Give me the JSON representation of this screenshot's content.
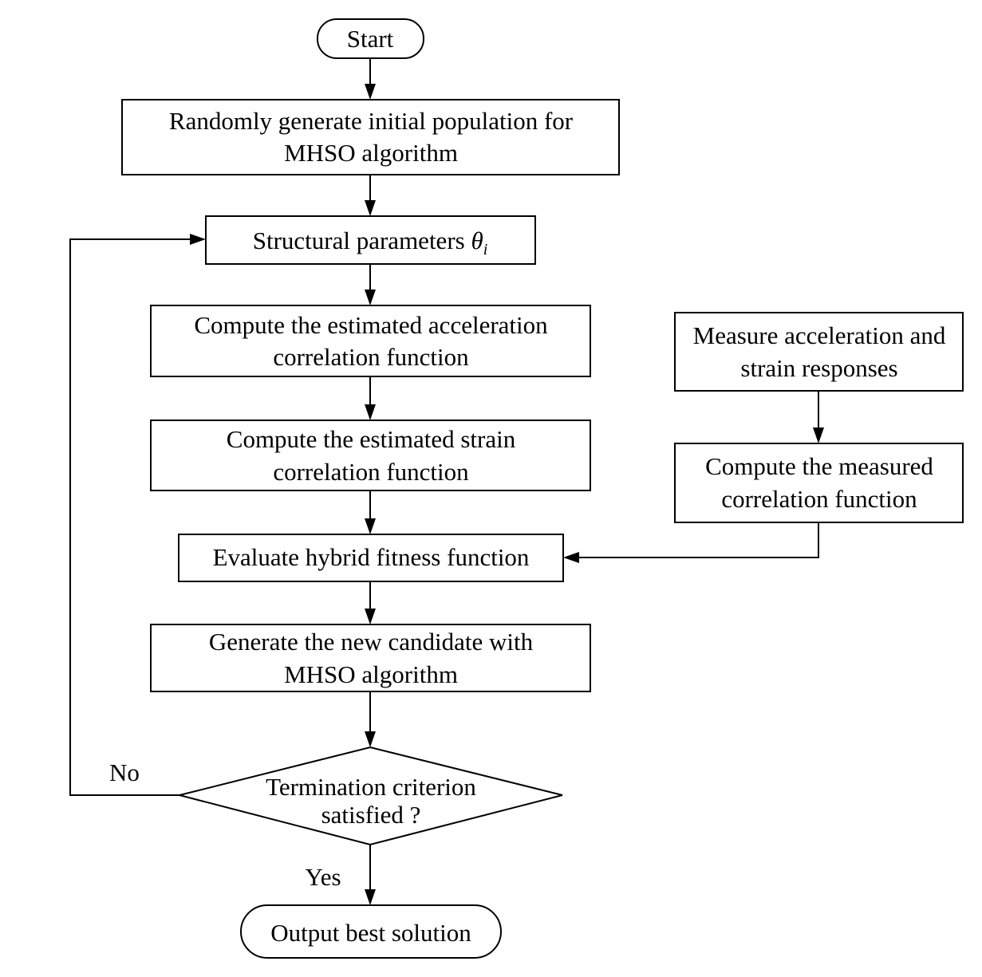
{
  "flowchart": {
    "start": "Start",
    "init_line1": "Randomly generate initial population for",
    "init_line2": "MHSO algorithm",
    "params_label": "Structural parameters ",
    "params_symbol": "θ",
    "params_subscript": "i",
    "accel_line1": "Compute the estimated acceleration",
    "accel_line2": "correlation function",
    "strain_line1": "Compute the estimated strain",
    "strain_line2": "correlation function",
    "evaluate": "Evaluate hybrid fitness function",
    "generate_line1": "Generate the new candidate with",
    "generate_line2": "MHSO algorithm",
    "decision_line1": "Termination criterion",
    "decision_line2": "satisfied ?",
    "no_label": "No",
    "yes_label": "Yes",
    "end": "Output best solution",
    "measure_line1": "Measure acceleration and",
    "measure_line2": "strain responses",
    "measured_line1": "Compute the measured",
    "measured_line2": "correlation function"
  }
}
